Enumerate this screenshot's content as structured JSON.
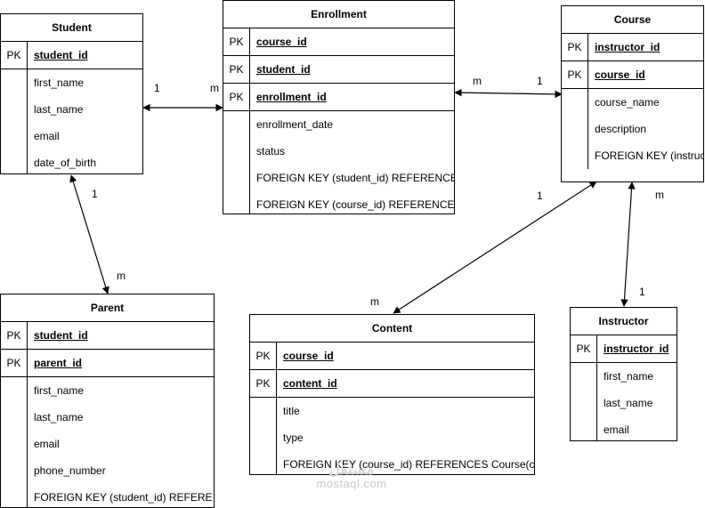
{
  "entities": {
    "student": {
      "title": "Student",
      "pk": [
        {
          "label": "PK",
          "field": "student_id"
        }
      ],
      "attrs": [
        "first_name",
        "last_name",
        "email",
        "date_of_birth"
      ]
    },
    "enrollment": {
      "title": "Enrollment",
      "pk": [
        {
          "label": "PK",
          "field": "course_id"
        },
        {
          "label": "PK",
          "field": "student_id"
        },
        {
          "label": "PK",
          "field": "enrollment_id"
        }
      ],
      "attrs": [
        "enrollment_date",
        "status",
        "FOREIGN KEY (student_id) REFERENCES",
        "FOREIGN KEY (course_id) REFERENCES"
      ]
    },
    "course": {
      "title": "Course",
      "pk": [
        {
          "label": "PK",
          "field": "instructor_id"
        },
        {
          "label": "PK",
          "field": "course_id"
        }
      ],
      "attrs": [
        "course_name",
        "description",
        "FOREIGN KEY (instruc"
      ]
    },
    "parent": {
      "title": "Parent",
      "pk": [
        {
          "label": "PK",
          "field": "student_id"
        },
        {
          "label": "PK",
          "field": "parent_id"
        }
      ],
      "attrs": [
        "first_name",
        "last_name",
        "email",
        "phone_number",
        "FOREIGN KEY (student_id) REFERE"
      ]
    },
    "content": {
      "title": "Content",
      "pk": [
        {
          "label": "PK",
          "field": "course_id"
        },
        {
          "label": "PK",
          "field": "content_id"
        }
      ],
      "attrs": [
        "title",
        "type",
        "FOREIGN KEY (course_id) REFERENCES Course(c"
      ]
    },
    "instructor": {
      "title": "Instructor",
      "pk": [
        {
          "label": "PK",
          "field": "instructor_id"
        }
      ],
      "attrs": [
        "first_name",
        "last_name",
        "email"
      ]
    }
  },
  "relationships": [
    {
      "id": "student-enrollment",
      "from_card": "1",
      "to_card": "m"
    },
    {
      "id": "enrollment-course",
      "from_card": "m",
      "to_card": "1"
    },
    {
      "id": "student-parent",
      "from_card": "1",
      "to_card": "m"
    },
    {
      "id": "course-content",
      "from_card": "1",
      "to_card": "m"
    },
    {
      "id": "course-instructor",
      "from_card": "m",
      "to_card": "1"
    }
  ],
  "watermark": {
    "arabic": "مستقل",
    "latin": "mostaql.com"
  },
  "colors": {
    "line": "#000000",
    "background": "#ffffff"
  }
}
